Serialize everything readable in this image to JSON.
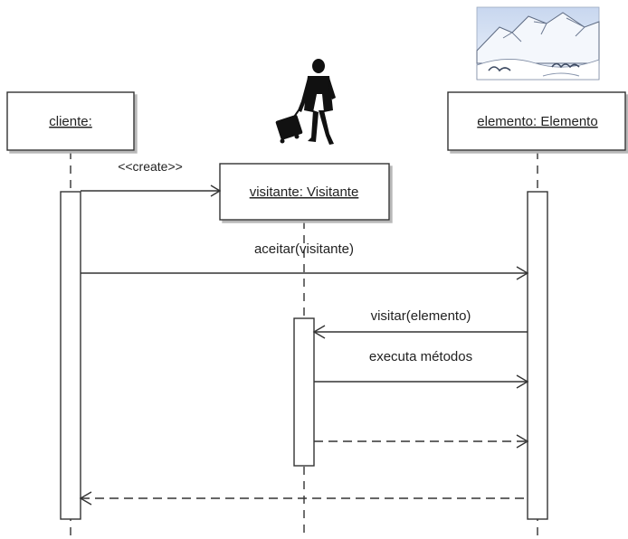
{
  "participants": {
    "cliente": "cliente:",
    "visitante": "visitante: Visitante",
    "elemento": "elemento: Elemento"
  },
  "messages": {
    "create": "<<create>>",
    "aceitar": "aceitar(visitante)",
    "visitar": "visitar(elemento)",
    "executa": "executa métodos"
  },
  "icons": {
    "visitante": "traveler-with-suitcase-icon",
    "elemento": "snowy-mountain-landscape-icon"
  }
}
